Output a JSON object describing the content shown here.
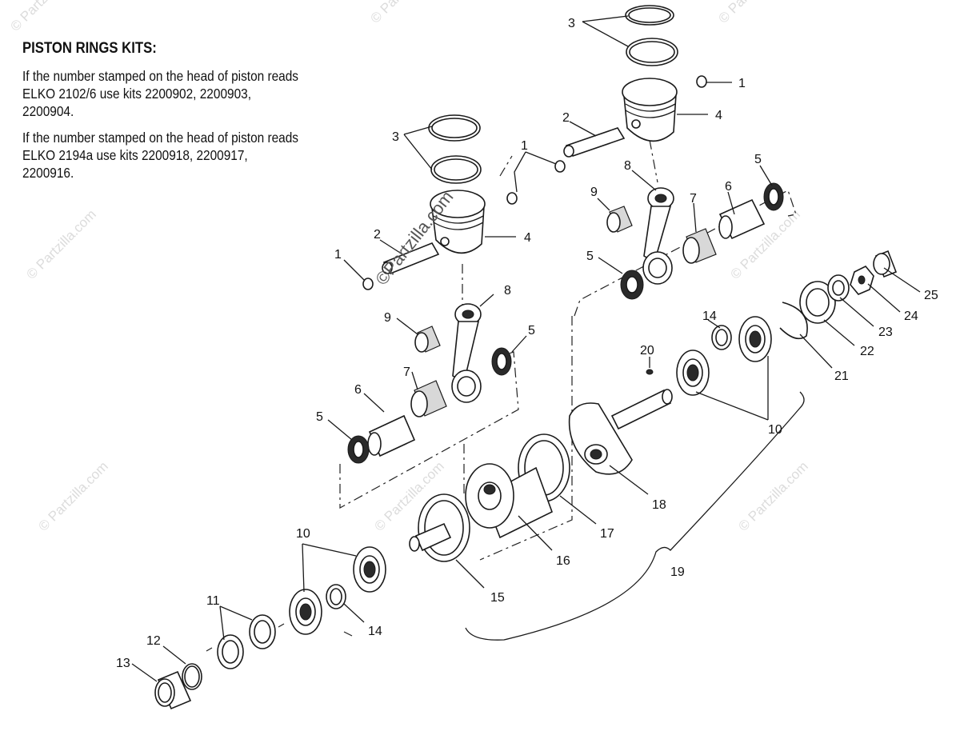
{
  "notes": {
    "heading": "PISTON RINGS KITS:",
    "paragraphs": [
      "If the number stamped on the head of piston reads ELKO 2102/6 use kits 2200902, 2200903, 2200904.",
      "If the number stamped on the head of piston reads ELKO 2194a use kits 2200918, 2200917, 2200916."
    ]
  },
  "watermarks": {
    "main": "©Partzilla.com",
    "faint": "© Partzilla.com"
  },
  "callouts": {
    "c1_top": "1",
    "c3_top": "3",
    "c4_top": "4",
    "c2_top": "2",
    "c1_mid": "1",
    "c3_left": "3",
    "c2_left": "2",
    "c1_left": "1",
    "c4_left": "4",
    "c8_right": "8",
    "c9_right": "9",
    "c7_right": "7",
    "c6_right": "6",
    "c5_right_top": "5",
    "c5_right_mid": "5",
    "c8_left": "8",
    "c9_left": "9",
    "c5_left_top": "5",
    "c7_left": "7",
    "c6_left": "6",
    "c5_left_low": "5",
    "c25": "25",
    "c24": "24",
    "c23": "23",
    "c22": "22",
    "c21": "21",
    "c14_right": "14",
    "c20": "20",
    "c10_right": "10",
    "c18": "18",
    "c17": "17",
    "c16": "16",
    "c19": "19",
    "c15": "15",
    "c10_left": "10",
    "c14_left": "14",
    "c11": "11",
    "c12": "12",
    "c13": "13"
  }
}
